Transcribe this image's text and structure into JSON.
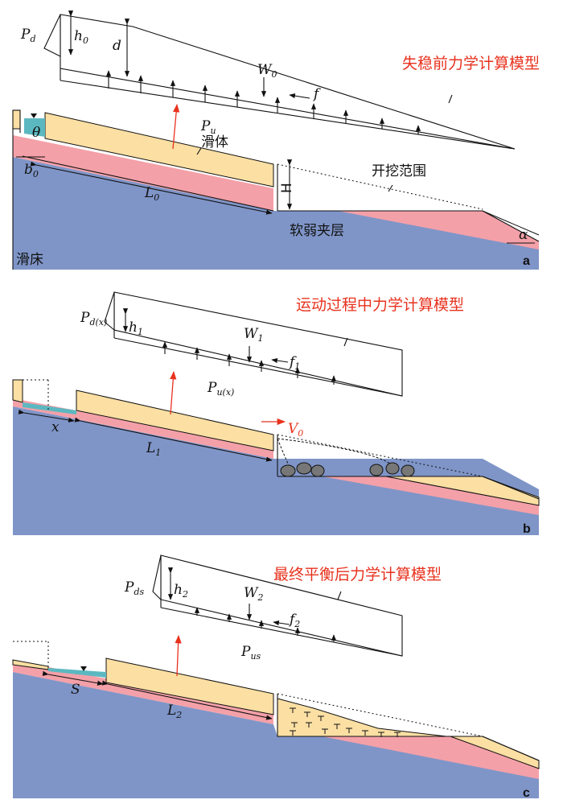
{
  "colors": {
    "bed": "#7f95c8",
    "weak_layer": "#f4a0a8",
    "sliding_body": "#fbdfa3",
    "water": "#5cb8c0",
    "red_text": "#e8321e"
  },
  "panel_a": {
    "title": "失稳前力学计算模型",
    "tag": "a",
    "P": "P",
    "P_sub": "d",
    "h": "h",
    "h_sub": "0",
    "d": "d",
    "W": "W",
    "W_sub": "0",
    "f": "f",
    "Pu": "P",
    "Pu_sub": "u",
    "theta": "θ",
    "b": "b",
    "b_sub": "0",
    "L": "L",
    "L_sub": "0",
    "H": "H",
    "alpha": "α",
    "sliding_body": "滑体",
    "excavation": "开挖范围",
    "weak_layer": "软弱夹层",
    "bed": "滑床"
  },
  "panel_b": {
    "title": "运动过程中力学计算模型",
    "tag": "b",
    "P": "P",
    "P_sub": "d(x)",
    "h": "h",
    "h_sub": "1",
    "W": "W",
    "W_sub": "1",
    "f": "f",
    "f_sub": "1",
    "Pu": "P",
    "Pu_sub": "u(x)",
    "x": "x",
    "L": "L",
    "L_sub": "1",
    "V": "V",
    "V_sub": "0"
  },
  "panel_c": {
    "title": "最终平衡后力学计算模型",
    "tag": "c",
    "P": "P",
    "P_sub": "ds",
    "h": "h",
    "h_sub": "2",
    "W": "W",
    "W_sub": "2",
    "f": "f",
    "f_sub": "2",
    "Pu": "P",
    "Pu_sub": "us",
    "S": "S",
    "L": "L",
    "L_sub": "2"
  }
}
